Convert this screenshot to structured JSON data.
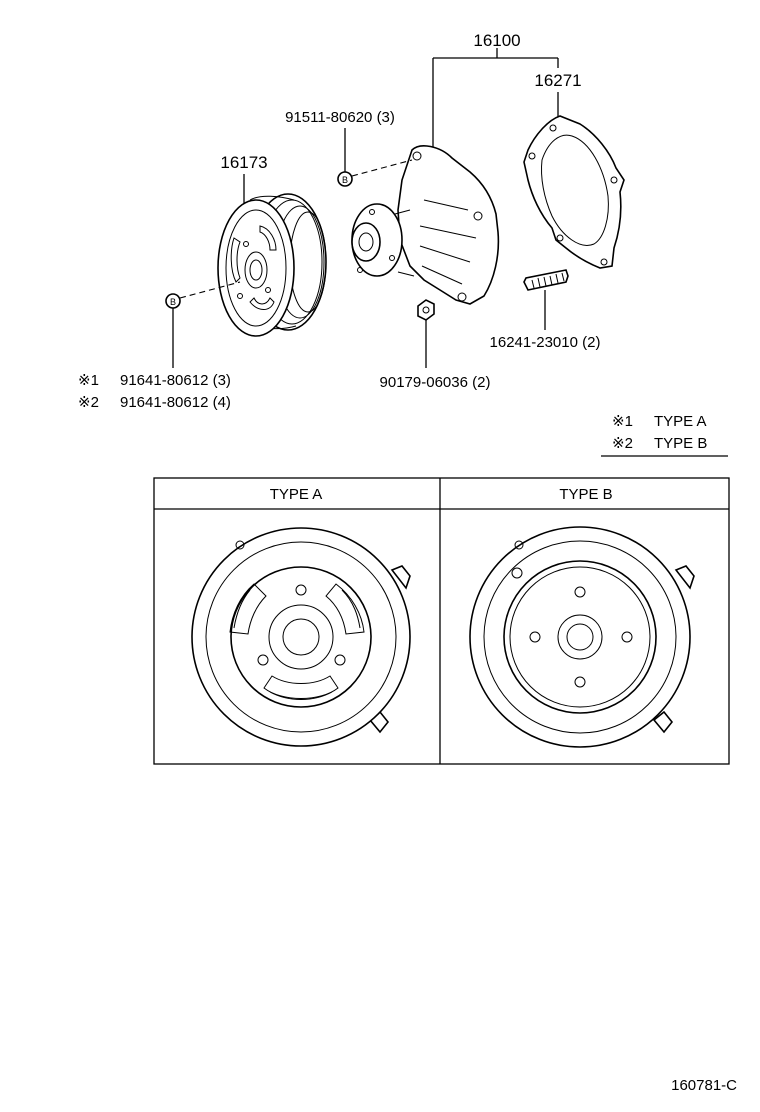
{
  "callouts": {
    "pump_assembly": "16100",
    "gasket": "16271",
    "bolt": "91511-80620 (3)",
    "pulley": "16173",
    "stud": "16241-23010 (2)",
    "nut": "90179-06036 (2)",
    "washer_type_a": "91641-80612 (3)",
    "washer_type_b": "91641-80612 (4)"
  },
  "marks": {
    "b_circle": "B",
    "note1": "※1",
    "note2": "※2"
  },
  "legend": {
    "type_a": "TYPE A",
    "type_b": "TYPE B"
  },
  "table": {
    "header_a": "TYPE A",
    "header_b": "TYPE B"
  },
  "drawing_number": "160781-C"
}
